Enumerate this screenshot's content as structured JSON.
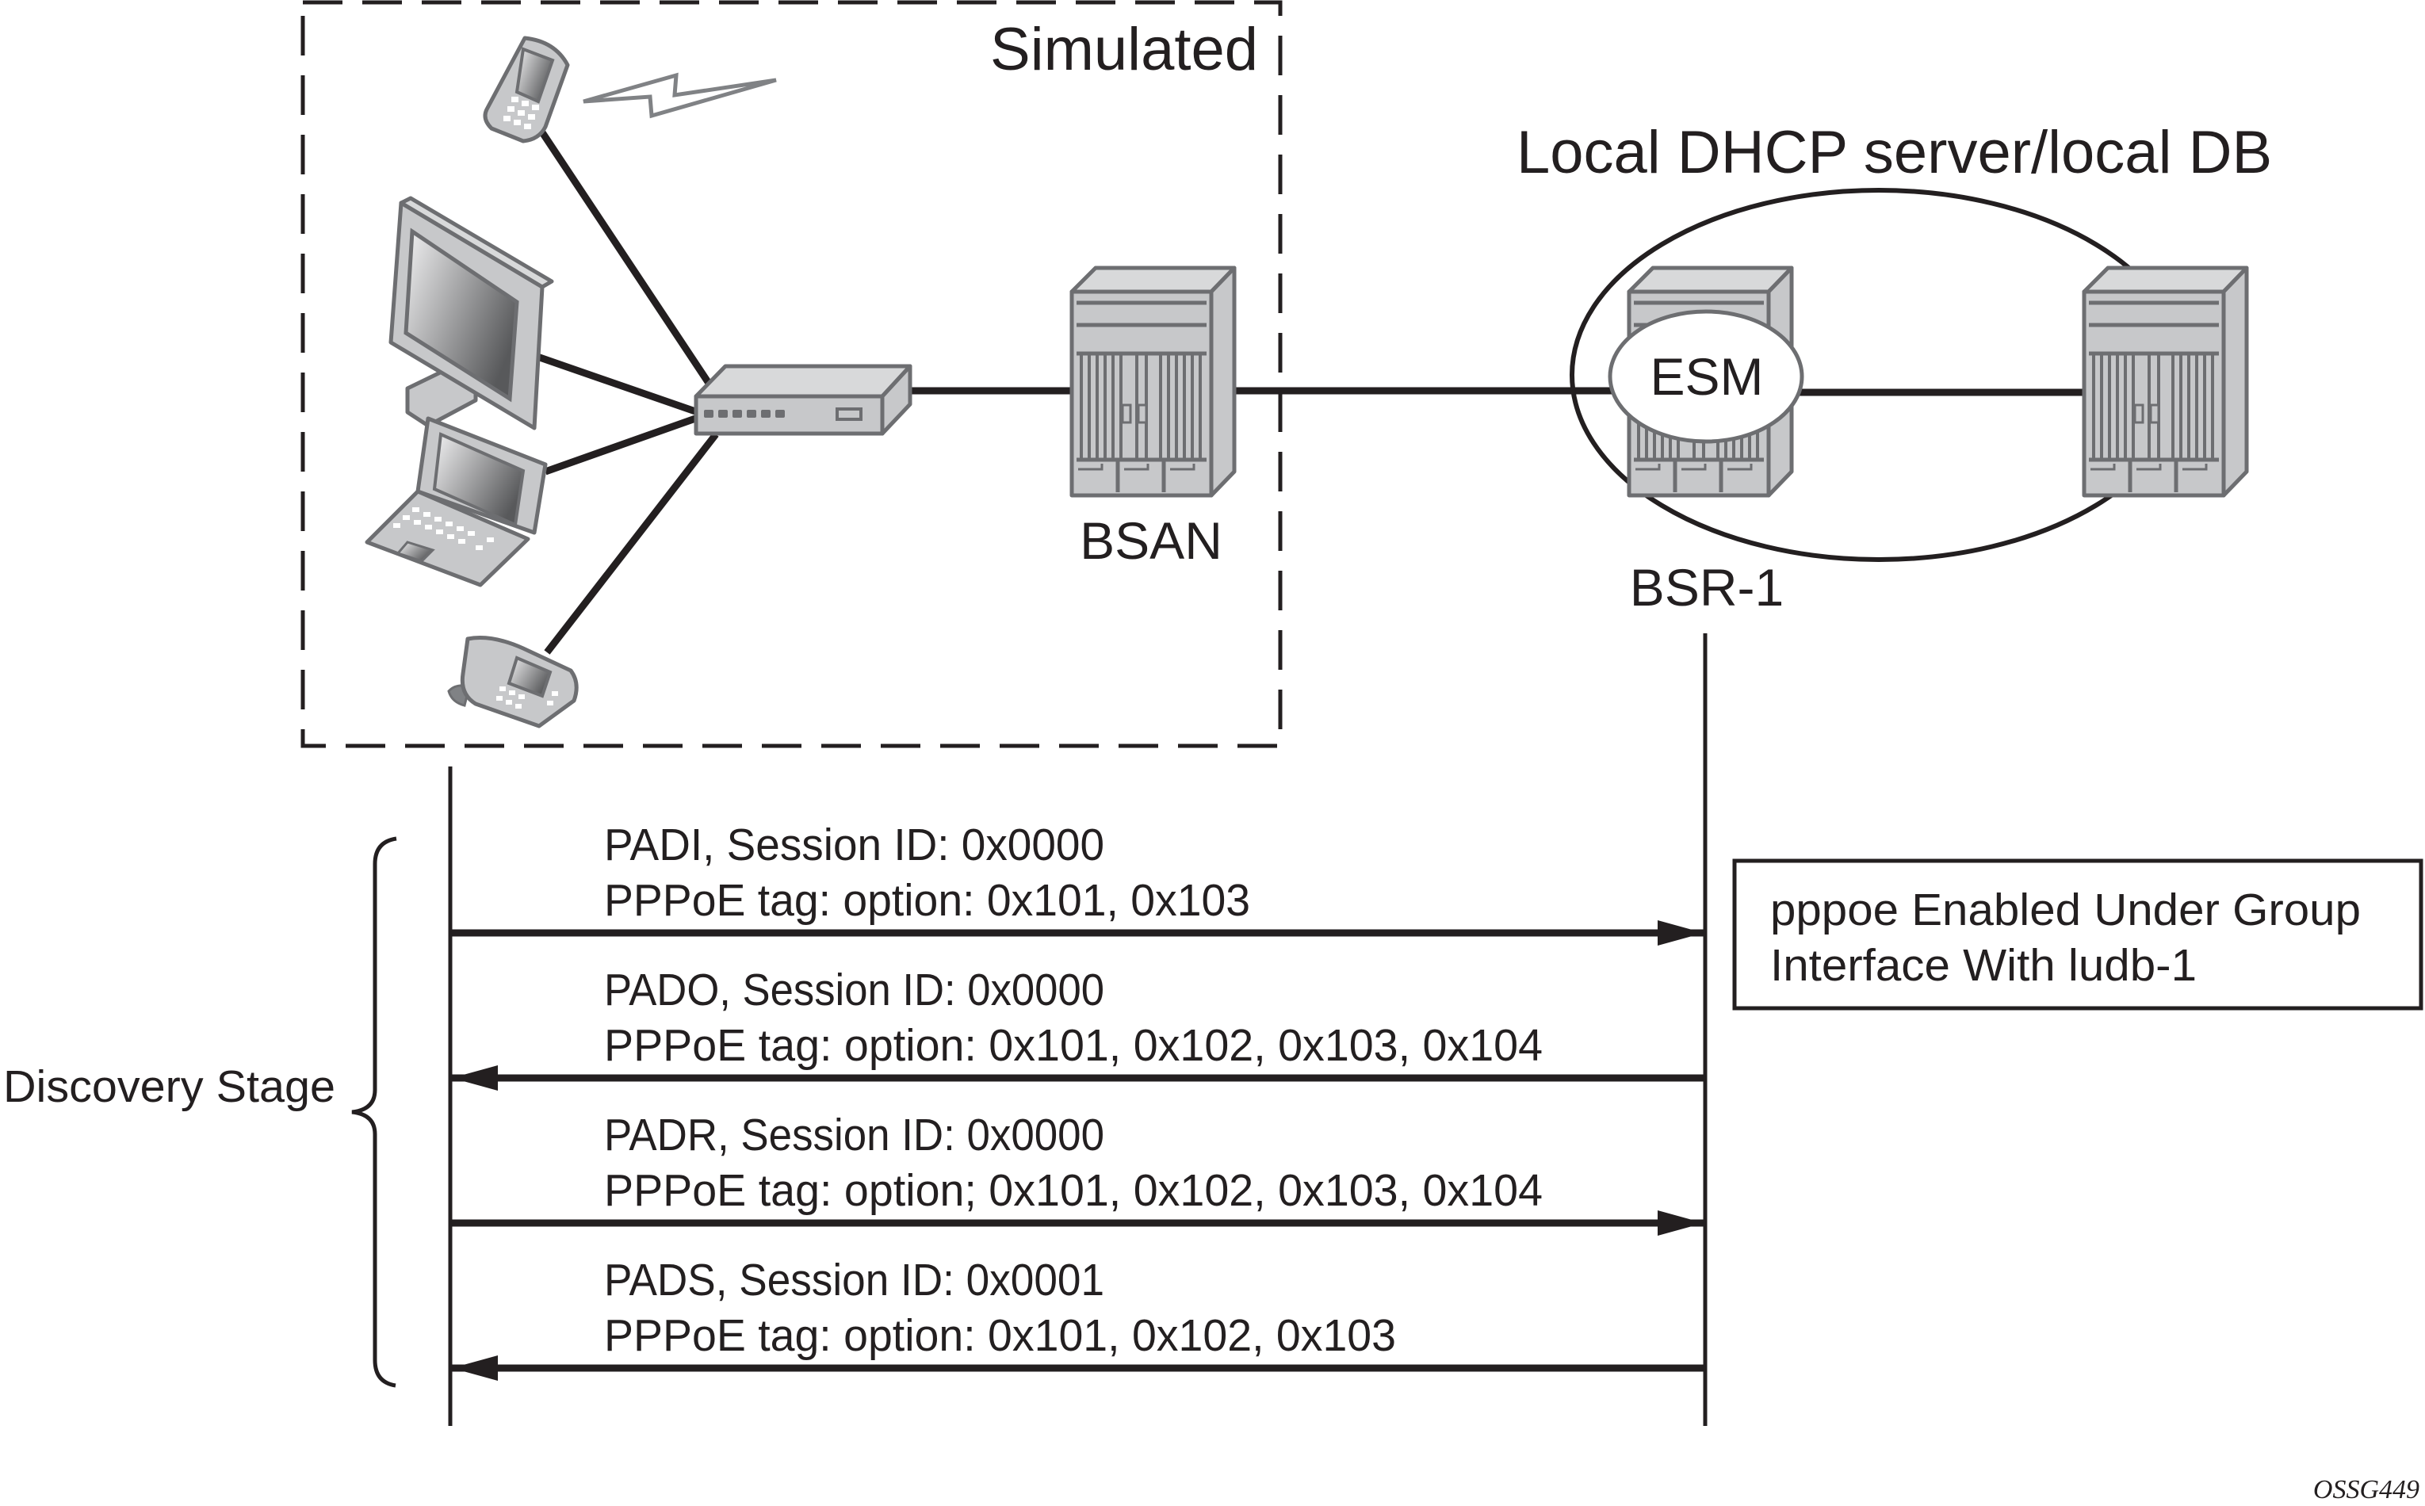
{
  "figure_id": "OSSG449",
  "regions": {
    "simulated": {
      "label": "Simulated"
    },
    "local_db": {
      "label": "Local DHCP server/local DB"
    }
  },
  "nodes": {
    "bsan": {
      "label": "BSAN",
      "icon": "router-chassis-icon"
    },
    "bsr1": {
      "label": "BSR-1",
      "icon": "router-chassis-icon",
      "function_badge": "ESM"
    },
    "peer_router": {
      "label": "",
      "icon": "router-chassis-icon"
    },
    "switch": {
      "icon": "access-switch-icon"
    },
    "clients": [
      {
        "type": "mobile-phone",
        "icon": "mobile-phone-icon",
        "wireless": true
      },
      {
        "type": "desktop-monitor",
        "icon": "monitor-icon"
      },
      {
        "type": "laptop",
        "icon": "laptop-icon"
      },
      {
        "type": "desk-phone",
        "icon": "desk-phone-icon"
      }
    ]
  },
  "note": {
    "lines": [
      "pppoe Enabled Under Group",
      "Interface With ludb-1"
    ]
  },
  "stage": {
    "label": "Discovery Stage"
  },
  "messages": [
    {
      "direction": "to-bsr",
      "line1": "PADI, Session ID: 0x0000",
      "line2": "PPPoE tag: option: 0x101, 0x103"
    },
    {
      "direction": "to-client",
      "line1": "PADO, Session ID: 0x0000",
      "line2": "PPPoE tag: option: 0x101, 0x102, 0x103, 0x104"
    },
    {
      "direction": "to-bsr",
      "line1": "PADR, Session ID: 0x0000",
      "line2": "PPPoE tag: option; 0x101, 0x102, 0x103, 0x104"
    },
    {
      "direction": "to-client",
      "line1": "PADS, Session ID: 0x0001",
      "line2": "PPPoE tag: option: 0x101, 0x102, 0x103"
    }
  ],
  "colors": {
    "ink": "#231f20",
    "device_fill": "#c7c8ca",
    "device_light": "#d8d9da",
    "device_stroke": "#6d6e71",
    "screen_dark": "#58595b"
  }
}
